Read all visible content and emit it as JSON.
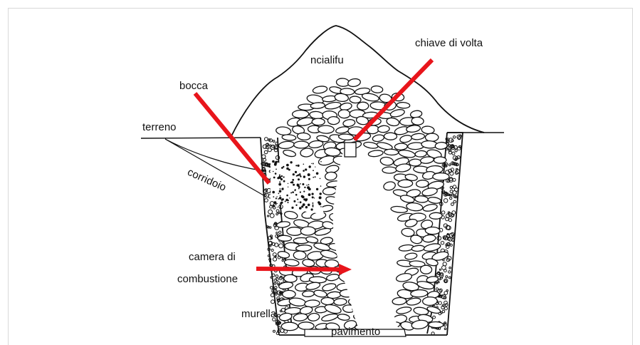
{
  "labels": {
    "ncialifu": "ncialifu",
    "chiave_di_volta": "chiave di volta",
    "bocca": "bocca",
    "terreno": "terreno",
    "corridoio": "corridoio",
    "camera_line1": "camera di",
    "camera_line2": "combustione",
    "murella": "murella",
    "pavimento": "pavimento"
  },
  "colors": {
    "arrow": "#e8151b",
    "ink": "#111111",
    "frame": "#d8d8d8"
  }
}
